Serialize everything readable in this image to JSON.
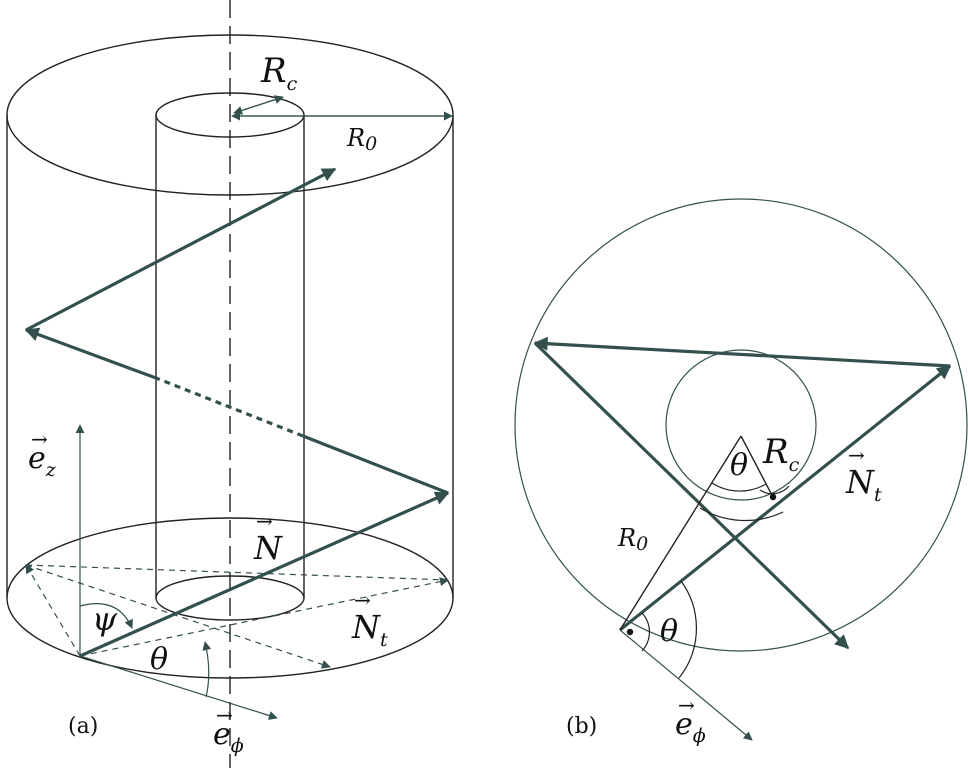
{
  "panel_a": {
    "caption": "(a)",
    "label_core_radius": "R",
    "label_core_radius_sub": "c",
    "label_outer_radius": "R",
    "label_outer_radius_sub": "0",
    "label_ez": "e",
    "label_ez_sub": "z",
    "label_N": "N",
    "label_Nt": "N",
    "label_Nt_sub": "t",
    "label_psi": "ψ",
    "label_theta": "θ",
    "label_ephi": "e",
    "label_ephi_sub": "ϕ",
    "vector_arrow": "→"
  },
  "panel_b": {
    "caption": "(b)",
    "label_theta_top": "θ",
    "label_core_radius": "R",
    "label_core_radius_sub": "c",
    "label_Nt": "N",
    "label_Nt_sub": "t",
    "label_outer_radius": "R",
    "label_outer_radius_sub": "0",
    "label_theta_bottom": "θ",
    "label_ephi": "e",
    "label_ephi_sub": "ϕ",
    "vector_arrow": "→"
  },
  "colors": {
    "outline": "#222222",
    "ray": "#33504f",
    "background": "#ffffff"
  }
}
